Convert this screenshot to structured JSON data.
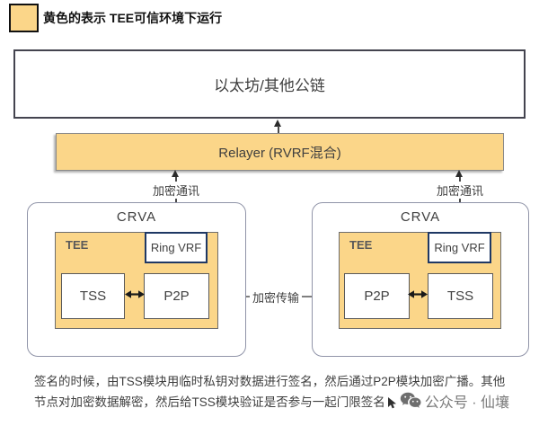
{
  "legend": {
    "label": "黄色的表示 TEE可信环境下运行"
  },
  "chain": {
    "label": "以太坊/其他公链"
  },
  "relayer": {
    "label": "Relayer (RVRF混合)"
  },
  "links": {
    "comm_left": "加密通讯",
    "comm_right": "加密通讯",
    "transfer": "加密传输"
  },
  "node_left": {
    "title": "CRVA",
    "tee": "TEE",
    "ring_vrf": "Ring VRF",
    "tss": "TSS",
    "p2p": "P2P"
  },
  "node_right": {
    "title": "CRVA",
    "tee": "TEE",
    "ring_vrf": "Ring VRF",
    "p2p": "P2P",
    "tss": "TSS"
  },
  "footnote": {
    "line1": "签名的时候，由TSS模块用临时私钥对数据进行签名，然后通过P2P模块加密广播。其他",
    "line2": "节点对加密数据解密，然后给TSS模块验证是否参与一起门限签名"
  },
  "watermark": {
    "label": "公众号 · 仙壤"
  },
  "colors": {
    "tee_yellow": "#FBD689",
    "ring_vrf_border": "#1F3864",
    "crva_border": "#9094A8",
    "text_dark": "#404040",
    "watermark_gray": "#7A7A7A"
  }
}
